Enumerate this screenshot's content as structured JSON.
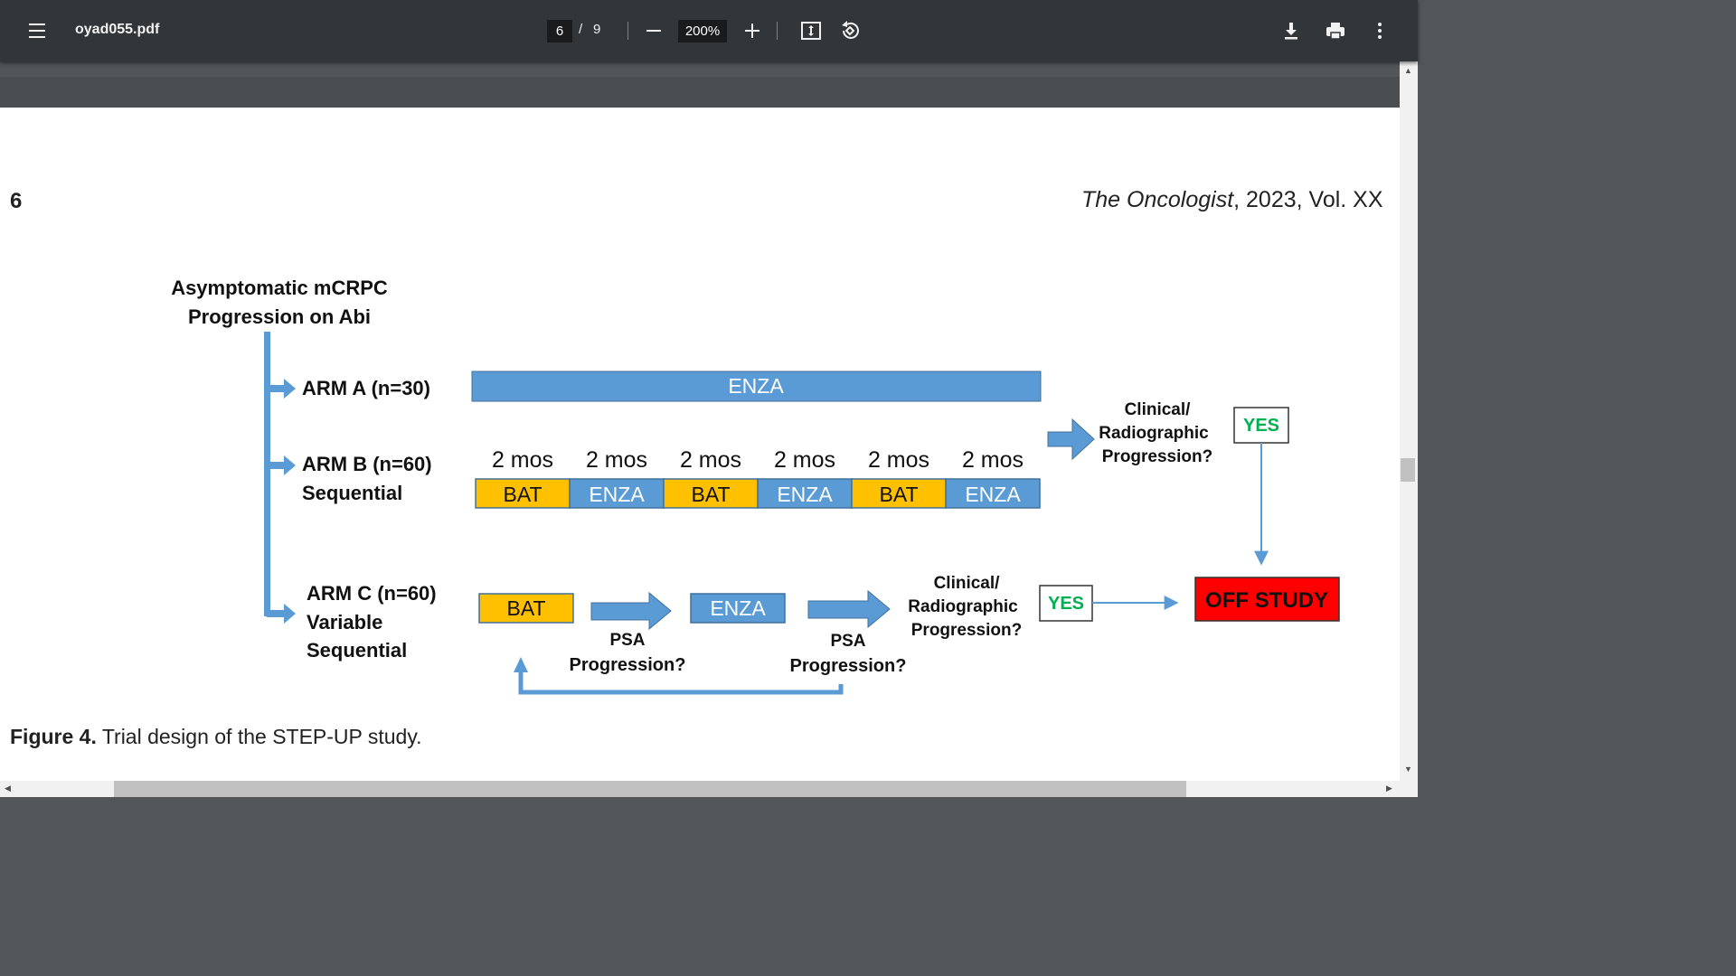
{
  "toolbar": {
    "menu_icon": "hamburger-menu-icon",
    "file_name": "oyad055.pdf",
    "current_page": "6",
    "page_separator": "/",
    "total_pages": "9",
    "zoom_level": "200%",
    "icons": [
      "minus-icon",
      "plus-icon",
      "fit-page-icon",
      "rotate-icon",
      "download-icon",
      "print-icon",
      "more-vertical-icon"
    ]
  },
  "page": {
    "number": "6",
    "journal": "The Oncologist",
    "citation": ", 2023, Vol. XX"
  },
  "figure": {
    "population_line1": "Asymptomatic mCRPC",
    "population_line2": "Progression on Abi",
    "arm_a": "ARM A (n=30)",
    "arm_a_bar": "ENZA",
    "arm_b_line1": "ARM B (n=60)",
    "arm_b_line2": "Sequential",
    "arm_b_durations": [
      "2 mos",
      "2 mos",
      "2 mos",
      "2 mos",
      "2 mos",
      "2 mos"
    ],
    "arm_b_segments": [
      "BAT",
      "ENZA",
      "BAT",
      "ENZA",
      "BAT",
      "ENZA"
    ],
    "progression_q_line1": "Clinical/",
    "progression_q_line2": "Radiographic",
    "progression_q_line3": "Progression?",
    "yes": "YES",
    "arm_c_line1": "ARM C (n=60)",
    "arm_c_line2": "Variable",
    "arm_c_line3": "Sequential",
    "arm_c_bat": "BAT",
    "arm_c_enza": "ENZA",
    "psa_line1": "PSA",
    "psa_line2": "Progression?",
    "off_study": "OFF STUDY",
    "colors": {
      "blue": "#5b9bd5",
      "gold": "#ffc000",
      "red": "#ff0000",
      "green": "#00b050"
    }
  },
  "caption": {
    "label": "Figure 4.",
    "text": " Trial design of the STEP-UP study."
  }
}
